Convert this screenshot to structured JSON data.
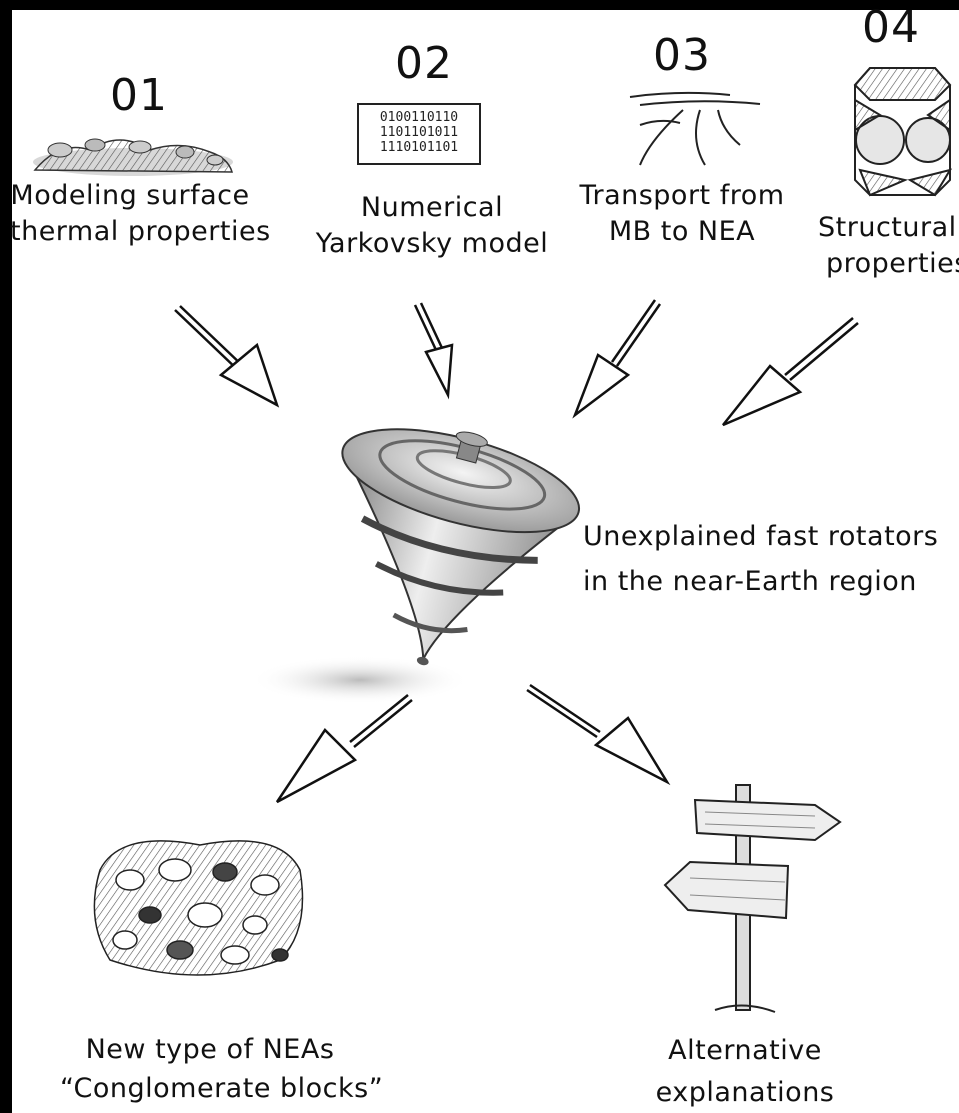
{
  "steps": [
    {
      "number": "01",
      "line1": "Modeling surface",
      "line2": "thermal properties"
    },
    {
      "number": "02",
      "line1": "Numerical",
      "line2": "Yarkovsky model",
      "binary": [
        "0100110110",
        "1101101011",
        "1110101101"
      ]
    },
    {
      "number": "03",
      "line1": "Transport from",
      "line2": "MB to NEA"
    },
    {
      "number": "04",
      "line1": "Structural",
      "line2": "properties"
    }
  ],
  "center": {
    "line1": "Unexplained fast rotators",
    "line2": "in the near-Earth region"
  },
  "outcomes": [
    {
      "line1": "New type of NEAs",
      "line2": "“Conglomerate blocks”"
    },
    {
      "line1": "Alternative",
      "line2": "explanations"
    }
  ]
}
